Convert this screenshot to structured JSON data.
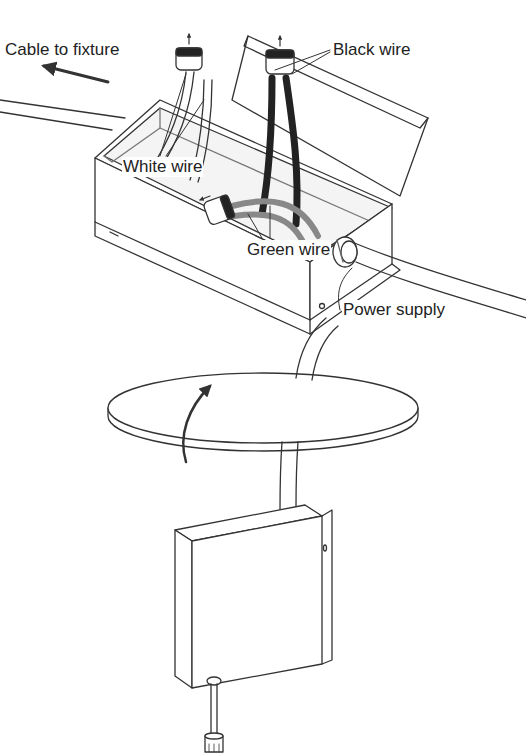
{
  "diagram": {
    "labels": [
      "Black wire",
      "Cable to fixture",
      "White wire",
      "Green wire",
      "Power supply"
    ]
  }
}
